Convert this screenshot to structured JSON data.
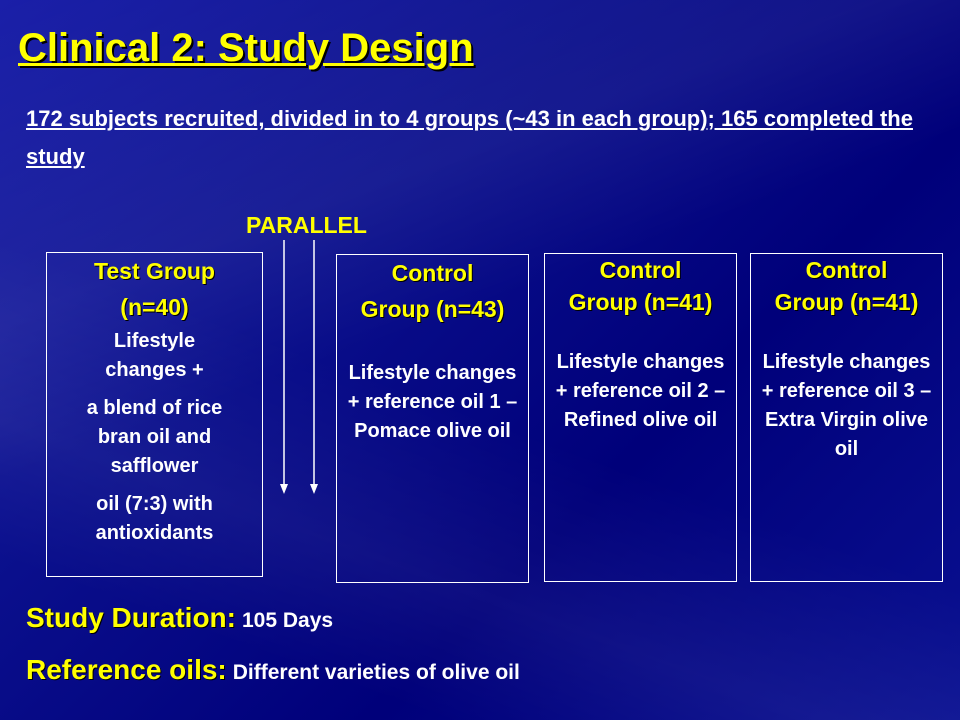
{
  "slide": {
    "title": "Clinical 2: Study Design",
    "subtitle": "172 subjects recruited, divided in to 4 groups (~43 in each group);  165 completed the study",
    "parallel_label": "PARALLEL"
  },
  "groups": [
    {
      "head_line1": "Test Group",
      "head_line2": "(n=40)",
      "body_part1": "Lifestyle changes +",
      "body_part2": "a blend of rice bran oil and safflower",
      "body_part3": "oil (7:3) with antioxidants"
    },
    {
      "head_line1": "Control",
      "head_line2": "Group (n=43)",
      "body": "Lifestyle changes + reference oil 1 – Pomace olive oil"
    },
    {
      "head_line1": "Control",
      "head_line2": "Group (n=41)",
      "body": "Lifestyle changes + reference oil 2 – Refined olive oil"
    },
    {
      "head_line1": "Control",
      "head_line2": "Group (n=41)",
      "body": "Lifestyle changes + reference oil 3 – Extra Virgin olive oil"
    }
  ],
  "footer": {
    "duration_label": "Study Duration:",
    "duration_value": "105 Days",
    "refoils_label": "Reference oils:",
    "refoils_value": "Different varieties of olive oil"
  },
  "colors": {
    "background": "#0a0f8c",
    "accent_yellow": "#ffff00",
    "text_white": "#ffffff"
  }
}
